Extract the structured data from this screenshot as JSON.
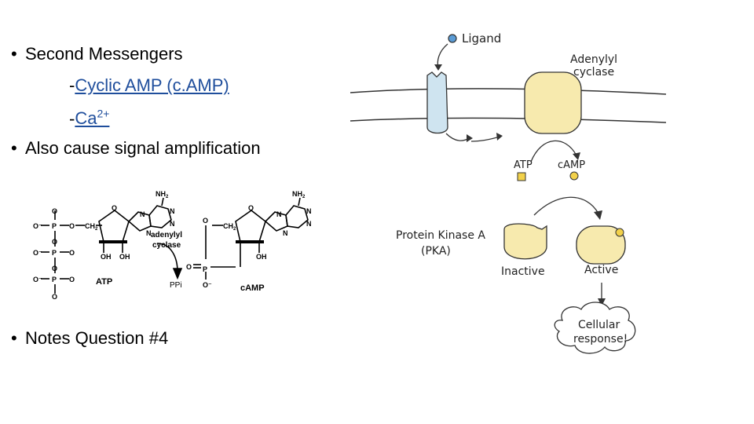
{
  "slide": {
    "bullets": [
      {
        "dot": "•",
        "text": "Second Messengers"
      },
      {
        "dot": "•",
        "text": "Also cause signal amplification"
      },
      {
        "dot": "•",
        "text": "Notes Question #4"
      }
    ],
    "sub_items": [
      {
        "dash": "-",
        "text": "Cyclic AMP (c.AMP)"
      },
      {
        "dash": "-",
        "text": "Ca",
        "sup": "2+"
      }
    ]
  },
  "chem": {
    "nh2_left": "NH",
    "nh2_left_sub": "2",
    "nh2_right": "NH",
    "nh2_right_sub": "2",
    "enzyme_line1": "adenylyl",
    "enzyme_line2": "cyclase",
    "ppi": "PPi",
    "atp": "ATP",
    "camp": "cAMP",
    "ch2_left": "CH",
    "ch2_right": "CH",
    "ch2_sub": "2"
  },
  "pathway": {
    "ligand": "Ligand",
    "adenylyl_line1": "Adenylyl",
    "adenylyl_line2": "cyclase",
    "atp": "ATP",
    "camp": "cAMP",
    "pka_line1": "Protein Kinase A",
    "pka_line2": "(PKA)",
    "inactive": "Inactive",
    "active": "Active",
    "response_line1": "Cellular",
    "response_line2": "response!"
  },
  "colors": {
    "link": "#1f4e9c",
    "receptor_fill": "#cfe4f0",
    "enzyme_fill": "#f7eaae",
    "ligand_fill": "#5a9bd5",
    "camp_fill": "#f2d14a",
    "atp_fill": "#f2d14a"
  }
}
